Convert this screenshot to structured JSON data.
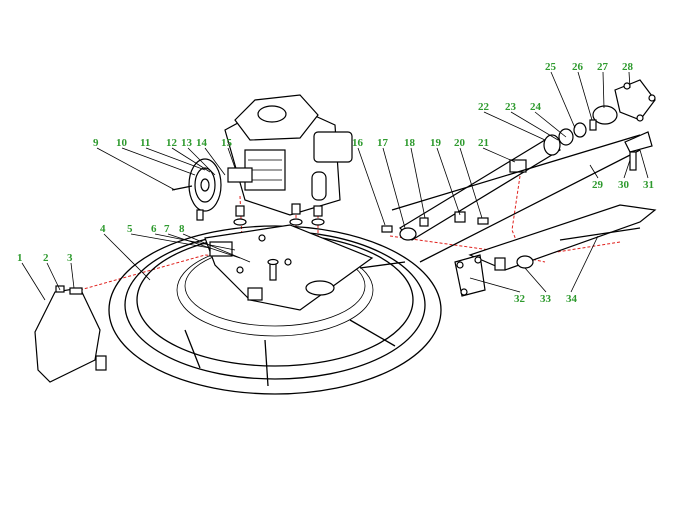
{
  "colors": {
    "label": "#2e9a2e",
    "line": "#000000",
    "hidden_line": "#e0201c",
    "background": "#ffffff"
  },
  "labels": [
    {
      "id": "1",
      "text": "1"
    },
    {
      "id": "2",
      "text": "2"
    },
    {
      "id": "3",
      "text": "3"
    },
    {
      "id": "4",
      "text": "4"
    },
    {
      "id": "5",
      "text": "5"
    },
    {
      "id": "6",
      "text": "6"
    },
    {
      "id": "7",
      "text": "7"
    },
    {
      "id": "8",
      "text": "8"
    },
    {
      "id": "9",
      "text": "9"
    },
    {
      "id": "10",
      "text": "10"
    },
    {
      "id": "11",
      "text": "11"
    },
    {
      "id": "12",
      "text": "12"
    },
    {
      "id": "13",
      "text": "13"
    },
    {
      "id": "14",
      "text": "14"
    },
    {
      "id": "15",
      "text": "15"
    },
    {
      "id": "16",
      "text": "16"
    },
    {
      "id": "17",
      "text": "17"
    },
    {
      "id": "18",
      "text": "18"
    },
    {
      "id": "19",
      "text": "19"
    },
    {
      "id": "20",
      "text": "20"
    },
    {
      "id": "21",
      "text": "21"
    },
    {
      "id": "22",
      "text": "22"
    },
    {
      "id": "23",
      "text": "23"
    },
    {
      "id": "24",
      "text": "24"
    },
    {
      "id": "25",
      "text": "25"
    },
    {
      "id": "26",
      "text": "26"
    },
    {
      "id": "27",
      "text": "27"
    },
    {
      "id": "28",
      "text": "28"
    },
    {
      "id": "29",
      "text": "29"
    },
    {
      "id": "30",
      "text": "30"
    },
    {
      "id": "31",
      "text": "31"
    },
    {
      "id": "32",
      "text": "32"
    },
    {
      "id": "33",
      "text": "33"
    },
    {
      "id": "34",
      "text": "34"
    }
  ]
}
